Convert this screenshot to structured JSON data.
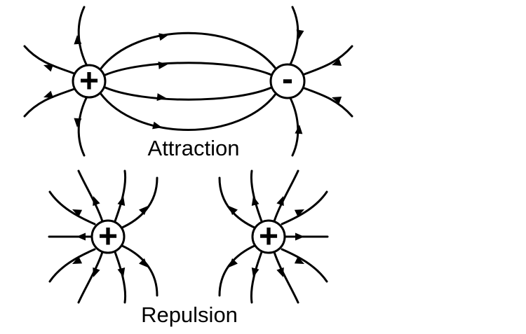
{
  "page": {
    "background_color": "#ffffff",
    "ink_color": "#000000",
    "description": "Electric field line diagram with two figures"
  },
  "figures": [
    {
      "id": "attraction",
      "label": "Attraction",
      "charges": [
        {
          "sign": "+",
          "polarity": "positive"
        },
        {
          "sign": "-",
          "polarity": "negative"
        }
      ]
    },
    {
      "id": "repulsion",
      "label": "Repulsion",
      "charges": [
        {
          "sign": "+",
          "polarity": "positive"
        },
        {
          "sign": "+",
          "polarity": "positive"
        }
      ]
    }
  ]
}
